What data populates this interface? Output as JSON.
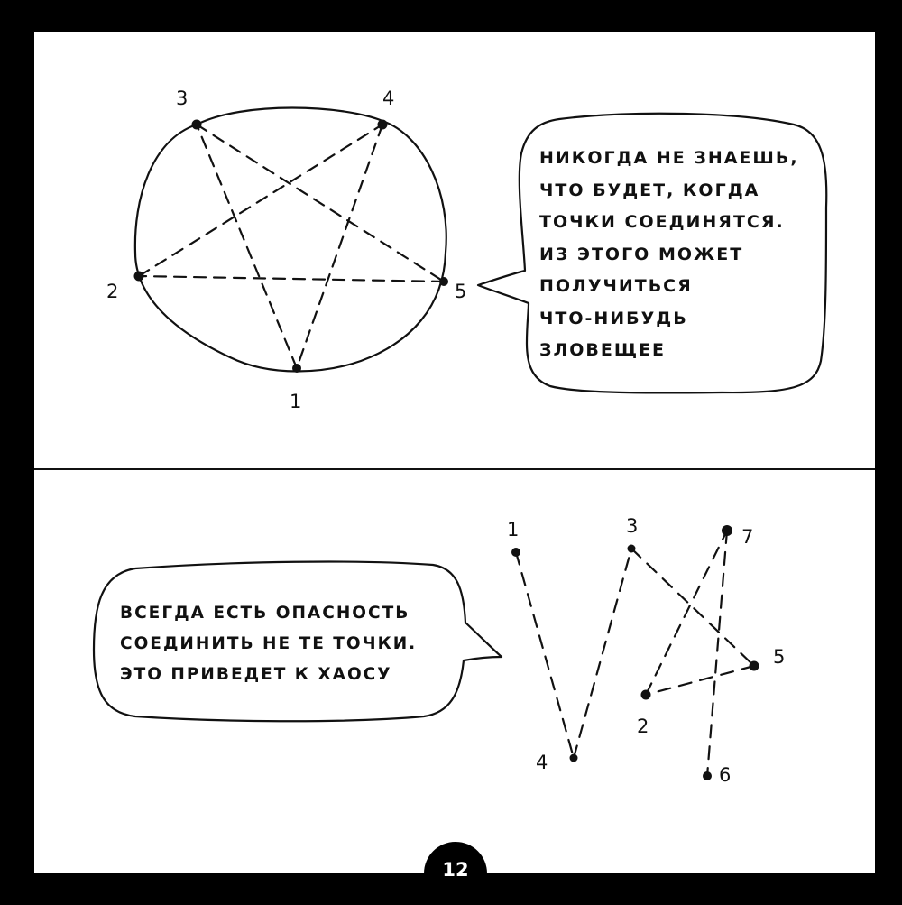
{
  "panel_top": {
    "speech_bubble": {
      "lines": [
        "НИКОГДА НЕ ЗНАЕШЬ,",
        "ЧТО БУДЕТ, КОГДА",
        "ТОЧКИ СОЕДИНЯТСЯ.",
        "ИЗ ЭТОГО МОЖЕТ",
        "ПОЛУЧИТЬСЯ",
        "ЧТО-НИБУДЬ",
        "ЗЛОВЕЩЕЕ"
      ]
    },
    "point_labels": [
      "1",
      "2",
      "3",
      "4",
      "5"
    ]
  },
  "panel_bottom": {
    "speech_bubble": {
      "lines": [
        "ВСЕГДА ЕСТЬ ОПАСНОСТЬ",
        "СОЕДИНИТЬ НЕ ТЕ ТОЧКИ.",
        "ЭТО ПРИВЕДЕТ К ХАОСУ"
      ]
    },
    "point_labels": [
      "1",
      "2",
      "3",
      "4",
      "5",
      "6",
      "7"
    ]
  },
  "page_number": "12",
  "colors": {
    "frame": "#000000",
    "paper": "#ffffff",
    "ink": "#111111"
  }
}
